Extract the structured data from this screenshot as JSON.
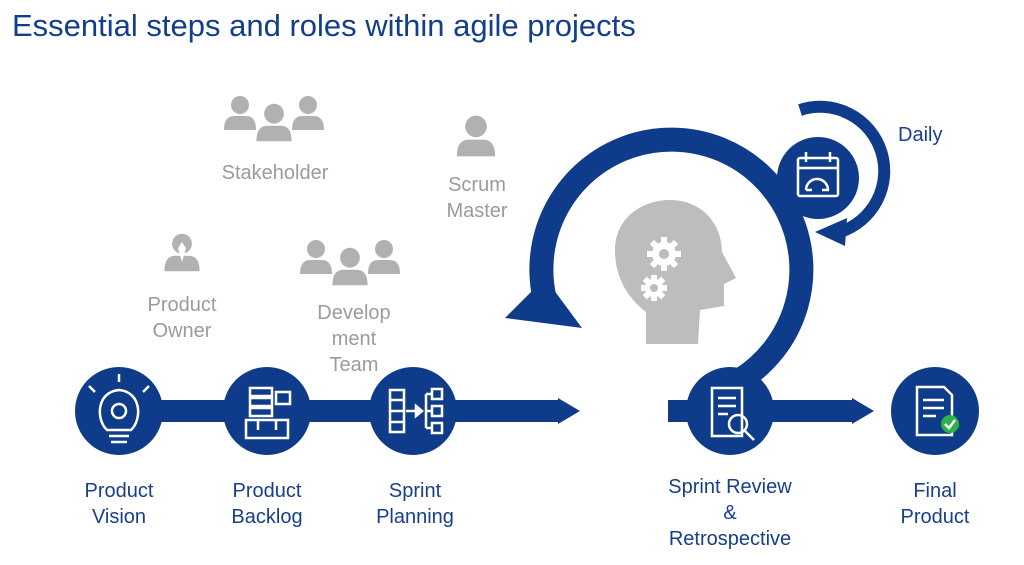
{
  "title": "Essential steps and roles within agile projects",
  "colors": {
    "brand_blue": "#0f3c8a",
    "role_gray": "#b1b1b1",
    "text_blue": "#173f8a"
  },
  "roles": {
    "stakeholder": {
      "label": "Stakeholder",
      "icon": "group-icon"
    },
    "scrum_master": {
      "line1": "Scrum",
      "line2": "Master",
      "icon": "person-icon"
    },
    "product_owner": {
      "line1": "Product",
      "line2": "Owner",
      "icon": "businessman-icon"
    },
    "development_team": {
      "line1": "Develop",
      "line2": "ment",
      "line3": "Team",
      "icon": "group-icon"
    }
  },
  "steps": {
    "product_vision": {
      "line1": "Product",
      "line2": "Vision",
      "icon": "lightbulb-gear-icon"
    },
    "product_backlog": {
      "line1": "Product",
      "line2": "Backlog",
      "icon": "backlog-box-icon"
    },
    "sprint_planning": {
      "line1": "Sprint",
      "line2": "Planning",
      "icon": "planning-flow-icon"
    },
    "sprint_review": {
      "line1": "Sprint Review",
      "line2": "&",
      "line3": "Retrospective",
      "icon": "document-search-icon"
    },
    "final_product": {
      "line1": "Final",
      "line2": "Product",
      "icon": "document-check-icon"
    }
  },
  "loop": {
    "label": "Daily",
    "icon": "calendar-loop-icon",
    "center_icon": "head-gears-icon"
  }
}
